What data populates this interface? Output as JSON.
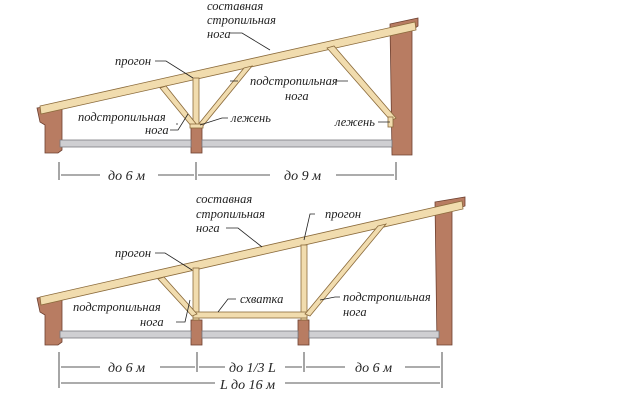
{
  "colors": {
    "wood": "#f1dcae",
    "wall": "#b87c62",
    "beam": "#cfcfd2"
  },
  "top": {
    "rafter_label": [
      "составная",
      "стропильная",
      "нога"
    ],
    "purlin": "прогон",
    "strut_mid": [
      "подстропильная",
      "нога"
    ],
    "strut_left": [
      "подстропильная",
      "нога"
    ],
    "sill_mid": "лежень",
    "sill_right": "лежень",
    "dims": [
      "до 6 м",
      "до 9 м"
    ]
  },
  "bottom": {
    "rafter_label": [
      "составная",
      "стропильная",
      "нога"
    ],
    "purlin_left": "прогон",
    "purlin_right": "прогон",
    "tie": "схватка",
    "strut_left": [
      "подстропильная",
      "нога"
    ],
    "strut_right": [
      "подстропильная",
      "нога"
    ],
    "dims": [
      "до 6 м",
      "до 1/3 L",
      "до 6 м"
    ],
    "total": "L до 16 м"
  }
}
